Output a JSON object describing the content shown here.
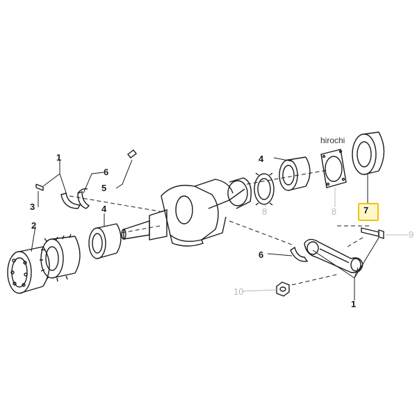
{
  "watermark": "hirochi",
  "callouts": {
    "c1_top": "1",
    "c2": "2",
    "c3": "3",
    "c4_left": "4",
    "c4_top": "4",
    "c5": "5",
    "c6_top": "6",
    "c6_lower": "6",
    "c7": "7",
    "c8_a": "8",
    "c8_b": "8",
    "c9": "9",
    "c10": "10",
    "c1_bottom": "1"
  },
  "colors": {
    "line": "#1a1a1a",
    "grey": "#b8b8b8",
    "highlight_border": "#f2c200",
    "highlight_fill": "#fff7cc"
  }
}
